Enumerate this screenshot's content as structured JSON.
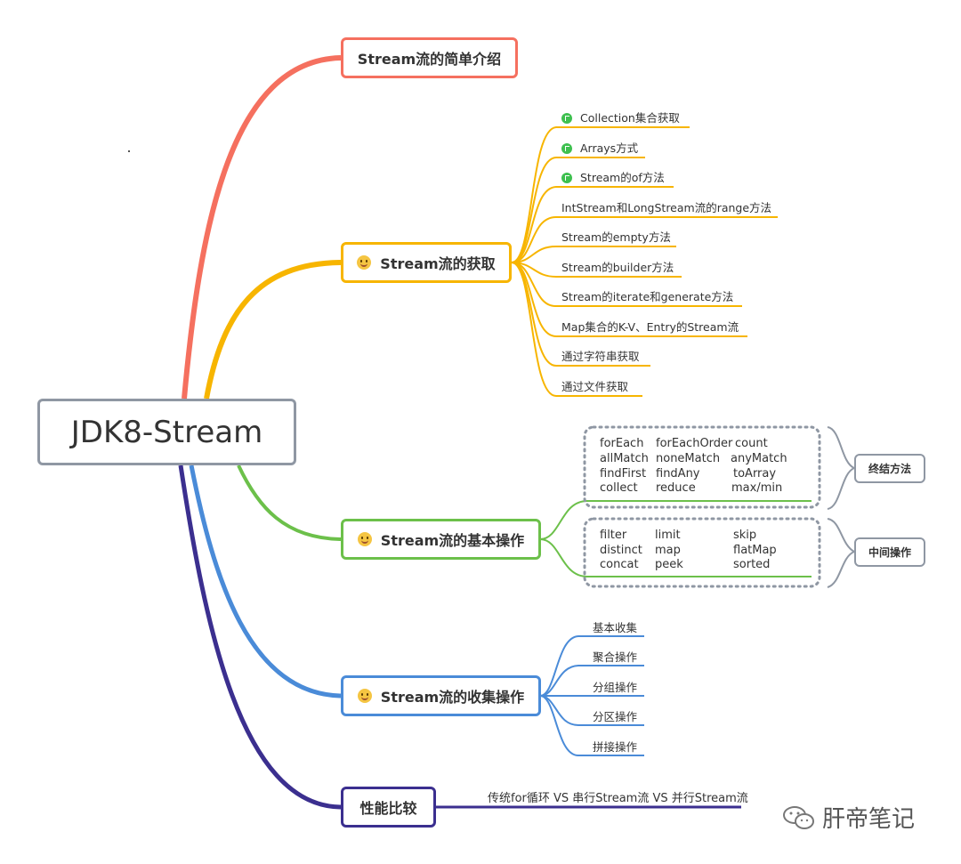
{
  "root": {
    "title": "JDK8-Stream"
  },
  "colors": {
    "red": "#f5705f",
    "yellow": "#f7b500",
    "green": "#6cc04a",
    "blue": "#4a8bd8",
    "purple": "#3b2f8f",
    "grey": "#8f97a3",
    "flag_green": "#3ec04f"
  },
  "branches": {
    "intro": {
      "label": "Stream流的简单介绍"
    },
    "acquire": {
      "label": "Stream流的获取",
      "icon": "smile-emoji-icon",
      "items": [
        "Collection集合获取",
        "Arrays方式",
        "Stream的of方法",
        "IntStream和LongStream流的range方法",
        "Stream的empty方法",
        "Stream的builder方法",
        "Stream的iterate和generate方法",
        "Map集合的K-V、Entry的Stream流",
        "通过字符串获取",
        "通过文件获取"
      ],
      "flagged_items": 3
    },
    "basic": {
      "label": "Stream流的基本操作",
      "icon": "surprised-emoji-icon",
      "terminal": {
        "tag": "终结方法",
        "ops": [
          [
            "forEach",
            "forEachOrder",
            "count"
          ],
          [
            "allMatch",
            "noneMatch",
            "anyMatch"
          ],
          [
            "findFirst",
            "findAny",
            "toArray"
          ],
          [
            "collect",
            "reduce",
            "max/min"
          ]
        ]
      },
      "intermediate": {
        "tag": "中间操作",
        "ops": [
          [
            "filter",
            "limit",
            "skip"
          ],
          [
            "distinct",
            "map",
            "flatMap"
          ],
          [
            "concat",
            "peek",
            "sorted"
          ]
        ]
      }
    },
    "collect": {
      "label": "Stream流的收集操作",
      "icon": "laugh-emoji-icon",
      "items": [
        "基本收集",
        "聚合操作",
        "分组操作",
        "分区操作",
        "拼接操作"
      ]
    },
    "perf": {
      "label": "性能比较",
      "items": [
        "传统for循环 VS 串行Stream流 VS 并行Stream流"
      ]
    }
  },
  "watermark": {
    "text": "肝帝笔记"
  }
}
